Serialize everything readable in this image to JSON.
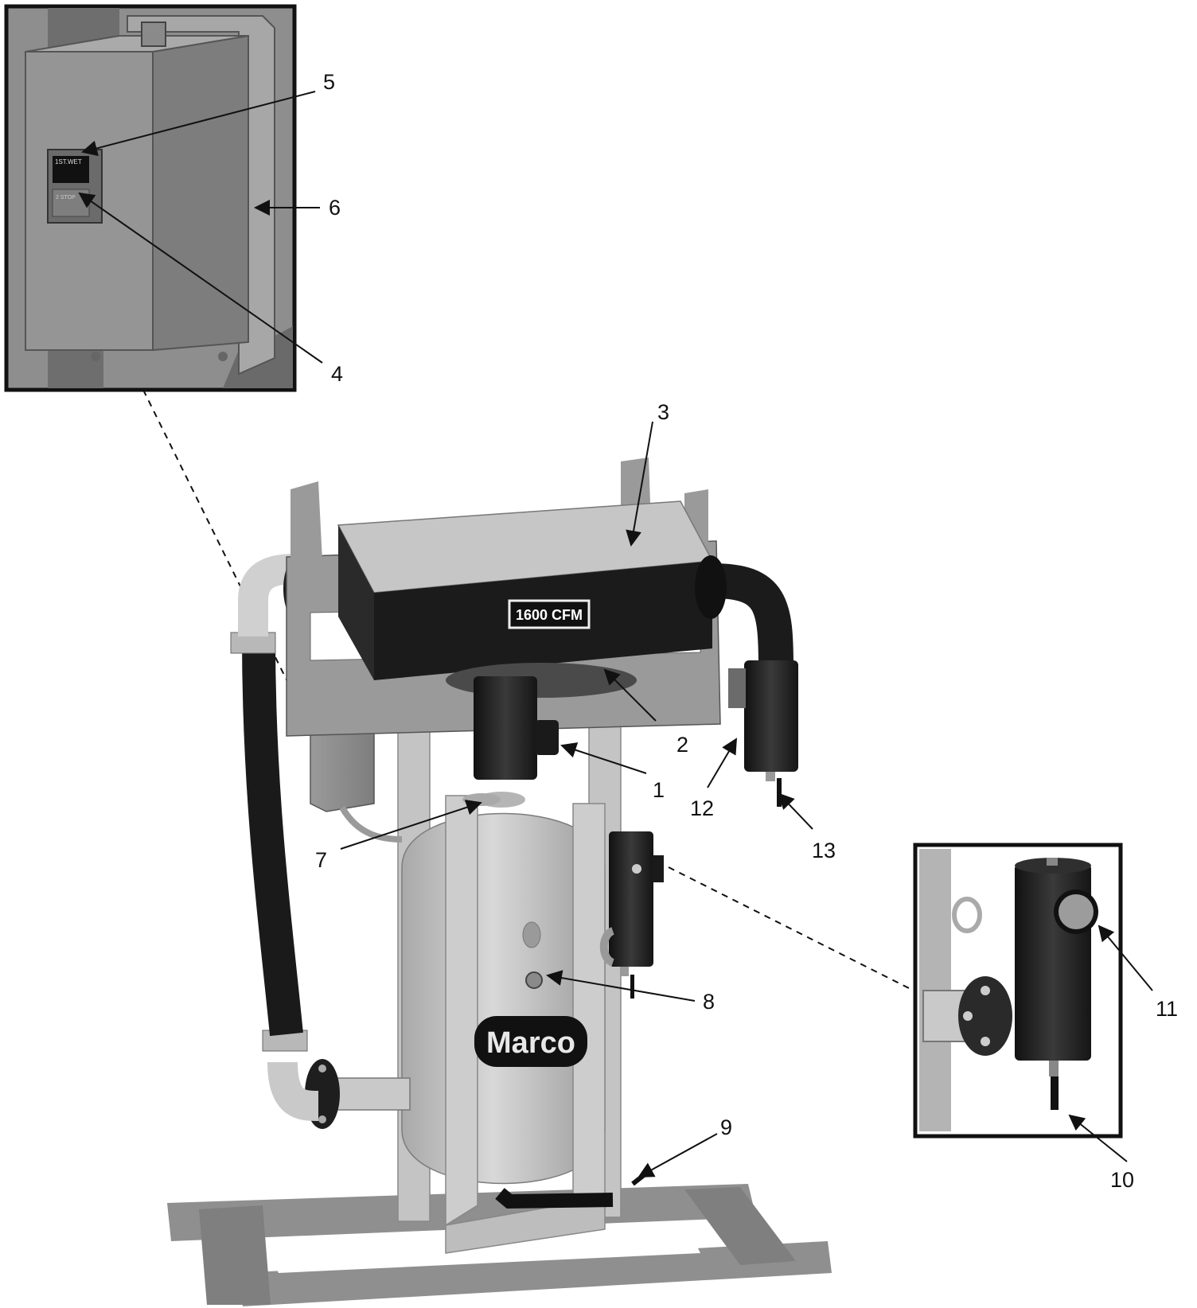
{
  "colors": {
    "background": "#ffffff",
    "metal_dark": "#1e1e1e",
    "metal_mid": "#8a8a8a",
    "metal_light": "#c4c4c4",
    "line": "#111111"
  },
  "unit_label": "1600 CFM",
  "brand_logo": "Marco",
  "switch_labels": {
    "top": "1ST.WET",
    "bottom": "2 STOP"
  },
  "callouts": [
    "1",
    "2",
    "3",
    "4",
    "5",
    "6",
    "7",
    "8",
    "9",
    "10",
    "11",
    "12",
    "13"
  ]
}
